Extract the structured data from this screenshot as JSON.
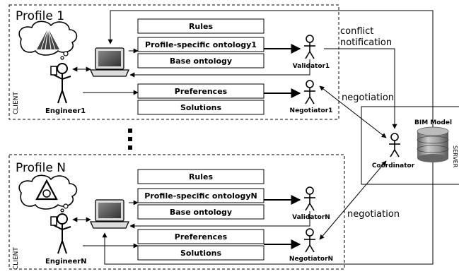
{
  "profile_top": {
    "title": "Profile 1",
    "side_label": "CLIENT",
    "boxes": [
      "Rules",
      "Profile-specific ontology1",
      "Base ontology",
      "Preferences",
      "Solutions"
    ],
    "engineer": "Engineer1",
    "validator": "Validator1",
    "negotiator": "Negotiator1"
  },
  "profile_bottom": {
    "title": "Profile N",
    "side_label": "CLIENT",
    "boxes": [
      "Rules",
      "Profile-specific ontologyN",
      "Base ontology",
      "Preferences",
      "Solutions"
    ],
    "engineer": "EngineerN",
    "validator": "ValidatorN",
    "negotiator": "NegotiatorN"
  },
  "ellipsis": ":",
  "server": {
    "side_label": "SERVER",
    "bim_model": "BIM Model",
    "coordinator": "Coordinator"
  },
  "edge_labels": {
    "conflict_line1": "conflict",
    "conflict_line2": "notification",
    "negotiation_top": "negotiation",
    "negotiation_bottom": "negotiation"
  }
}
